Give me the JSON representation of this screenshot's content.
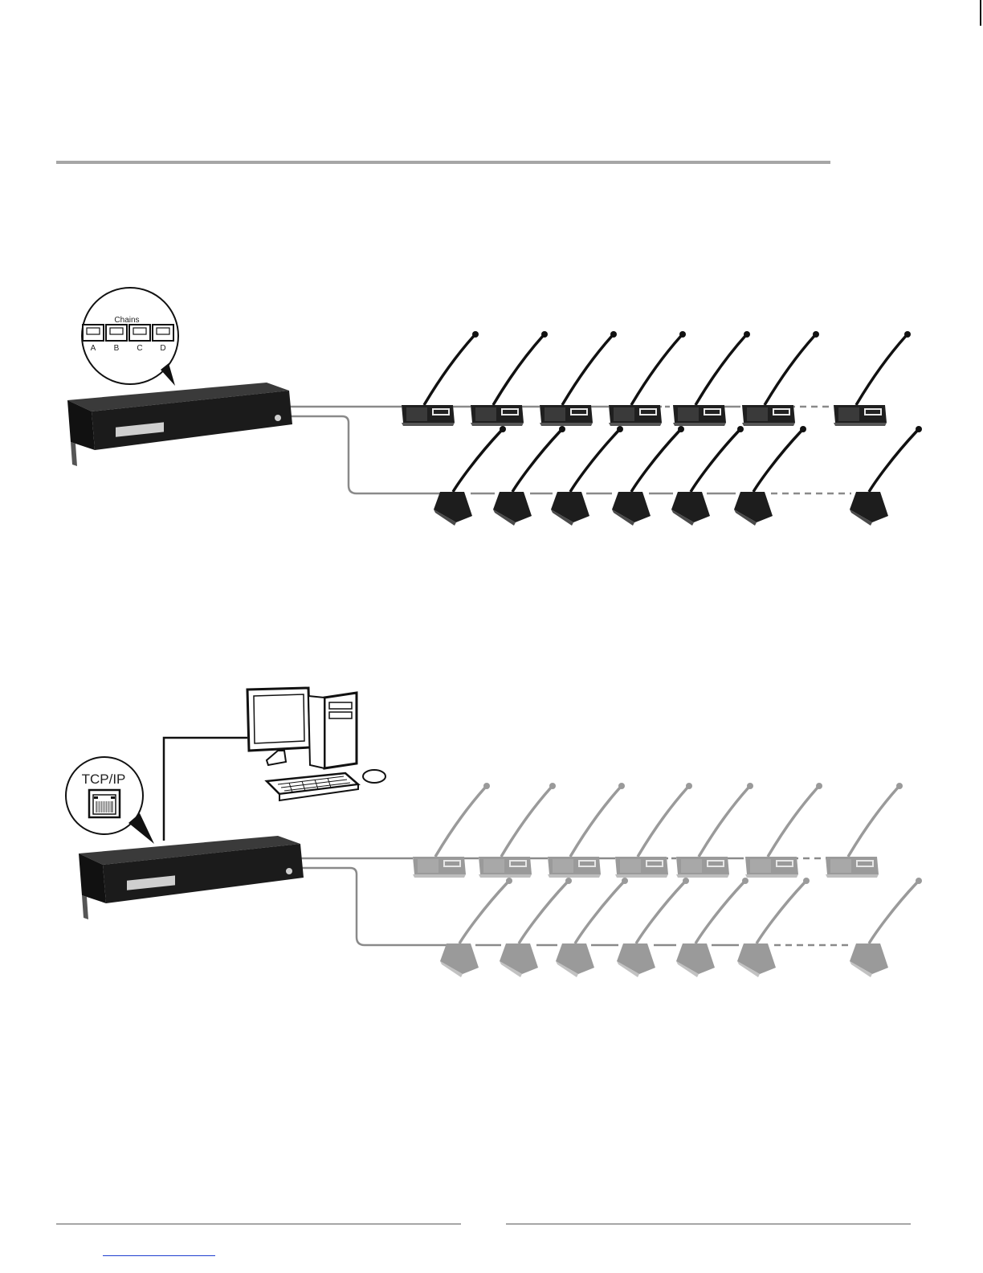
{
  "diagram1": {
    "port_panel": {
      "title": "Chains",
      "ports": [
        "A",
        "B",
        "C",
        "D"
      ]
    },
    "chains": [
      {
        "type": "chairman-unit-with-screen",
        "units": 7,
        "dashed_before_last": true
      },
      {
        "type": "delegate-unit",
        "units": 7,
        "dashed_before_last": true
      }
    ]
  },
  "diagram2": {
    "port_panel": {
      "title": "TCP/IP",
      "icon": "ethernet-port-icon"
    },
    "computer": {
      "icons": [
        "monitor-icon",
        "tower-icon",
        "keyboard-icon",
        "mouse-icon"
      ]
    },
    "chains": [
      {
        "type": "chairman-unit-with-screen",
        "units": 7,
        "dashed_before_last": true
      },
      {
        "type": "delegate-unit",
        "units": 7,
        "dashed_before_last": true
      }
    ]
  },
  "colors": {
    "device_dark": "#2b2b2b",
    "device_grey": "#9a9a9a",
    "cable": "#8a8a8a",
    "rule": "#a6a6a6",
    "link": "#1f3fd0"
  }
}
